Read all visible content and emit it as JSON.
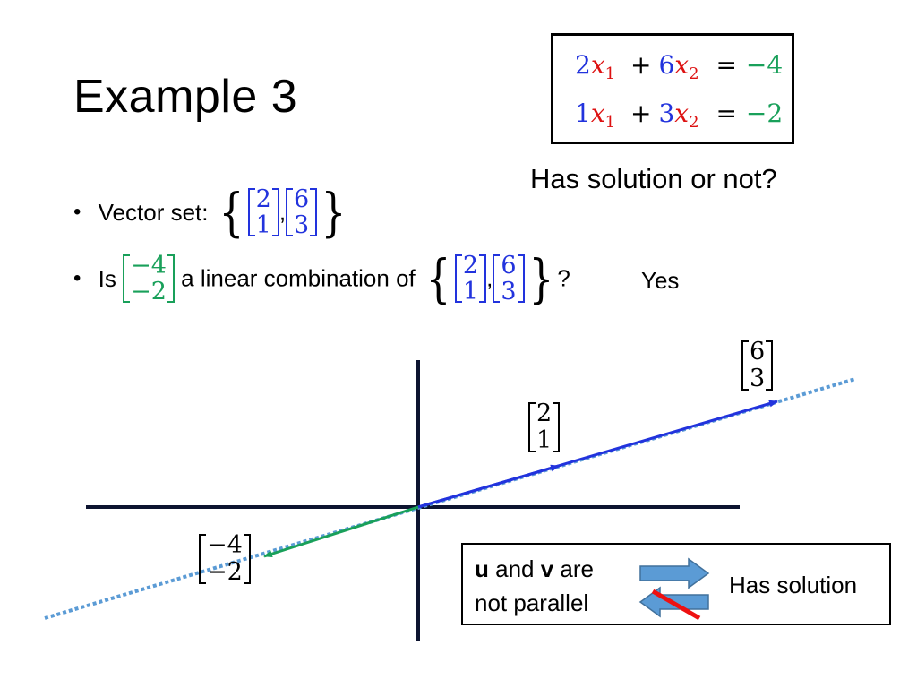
{
  "title": "Example 3",
  "equations": {
    "line1": {
      "c1": "2",
      "v1": "x",
      "s1": "1",
      "plus": "+",
      "c2": "6",
      "v2": "x",
      "s2": "2",
      "eq": "=",
      "rhs": "−4"
    },
    "line2": {
      "c1": "1",
      "v1": "x",
      "s1": "1",
      "plus": "+",
      "c2": "3",
      "v2": "x",
      "s2": "2",
      "eq": "=",
      "rhs": "−2"
    }
  },
  "question": "Has solution or not?",
  "bullets": {
    "vector_set_label": "Vector set:",
    "is_label": "Is",
    "linear_combination_text": "a linear combination of",
    "question_mark": "?",
    "answer": "Yes"
  },
  "vectors": {
    "u": {
      "top": "2",
      "bottom": "1"
    },
    "v": {
      "top": "6",
      "bottom": "3"
    },
    "b": {
      "top": "−4",
      "bottom": "−2"
    }
  },
  "comma": ",",
  "info_box": {
    "u": "u",
    "and": " and ",
    "v": "v",
    "are": " are",
    "not_parallel": "not parallel",
    "has_solution": "Has solution"
  },
  "colors": {
    "blue": "#2233dd",
    "green": "#19a05a",
    "red": "#dd1111",
    "arrow_fill": "#5b9bd5",
    "dotted_line": "#5b9bd5"
  }
}
